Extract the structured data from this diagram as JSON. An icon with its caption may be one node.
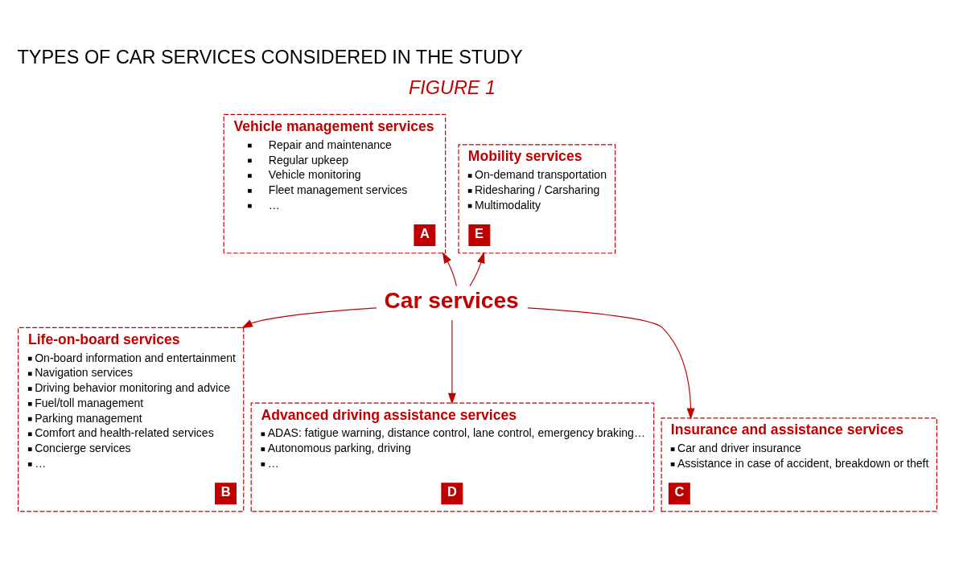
{
  "diagram": {
    "title": "TYPES OF CAR SERVICES CONSIDERED IN THE STUDY",
    "nodes": [
      {
        "text": [
          "Vehicle management services",
          "Repair and maintenance",
          "Regular upkeep",
          "Vehicle monitoring",
          "Fleet management services",
          "…"
        ]
      },
      {
        "text": [
          "A"
        ],
        "in": 0
      },
      {
        "text": [
          "Mobility services",
          "On-demand transportation",
          "Ridesharing / Carsharing",
          "Multimodality"
        ]
      },
      {
        "text": [
          "E"
        ],
        "in": 2
      },
      {
        "text": [
          "Car services"
        ]
      },
      {
        "text": [
          "Life-on-board services",
          "On-board information and entertainment",
          "Navigation services",
          "Driving behavior monitoring and advice",
          "Fuel/toll management",
          "Parking management",
          "Comfort and health-related services",
          "Concierge services",
          "…"
        ]
      },
      {
        "text": [
          "B"
        ],
        "in": 5
      },
      {
        "text": [
          "Advanced driving assistance services",
          "ADAS: fatigue warning, distance control, lane control, emergency braking…",
          "Autonomous parking, driving",
          "…"
        ]
      },
      {
        "text": [
          "D"
        ],
        "in": 7
      },
      {
        "text": [
          "Insurance and assistance services",
          "Car and driver insurance",
          "Assistance in case of accident, breakdown or theft"
        ]
      },
      {
        "text": [
          "C"
        ],
        "in": 9
      }
    ],
    "edges": [
      {
        "from": 4,
        "to": 0,
        "arrow": "to"
      },
      {
        "from": 4,
        "to": 2,
        "arrow": "to"
      },
      {
        "from": 4,
        "to": 5,
        "arrow": "to"
      },
      {
        "from": 4,
        "to": 7,
        "arrow": "to"
      },
      {
        "from": 4,
        "to": 9,
        "arrow": "to"
      }
    ],
    "labels": [
      "FIGURE 1"
    ]
  }
}
